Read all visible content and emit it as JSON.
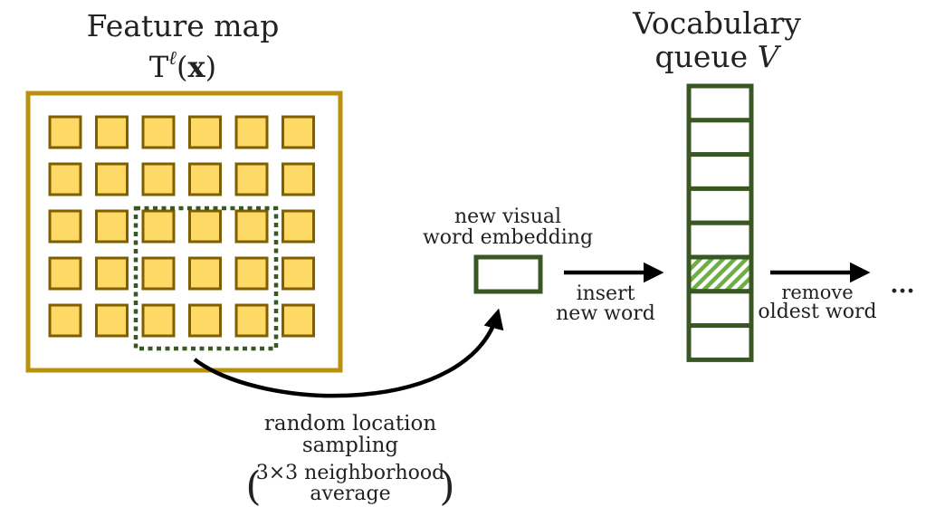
{
  "feature_map": {
    "title": "Feature map",
    "symbol": "T",
    "superscript": "ℓ",
    "argument_open": "(",
    "argument": "x",
    "argument_close": ")",
    "grid_rows": 5,
    "grid_cols": 6,
    "sampled_window": "3×3",
    "colors": {
      "frame": "#b8920a",
      "cell_fill": "#ffd966",
      "cell_border": "#7f6000",
      "window": "#385723"
    }
  },
  "embedding": {
    "label_line1": "new visual",
    "label_line2": "word embedding",
    "color": "#385723"
  },
  "insert_arrow": {
    "label_line1": "insert",
    "label_line2": "new word"
  },
  "vocabulary": {
    "title_line1": "Vocabulary",
    "title_line2": "queue",
    "symbol": "V",
    "slot_count": 8,
    "highlighted_slot": 6,
    "color": "#385723",
    "hatch_color": "#70ad47"
  },
  "remove_arrow": {
    "label_line1": "remove",
    "label_line2": "oldest word"
  },
  "ellipsis": "...",
  "sampling": {
    "line1": "random location",
    "line2": "sampling",
    "paren_open": "(",
    "line3": "3×3 neighborhood",
    "line4": "average",
    "paren_close": ")"
  }
}
